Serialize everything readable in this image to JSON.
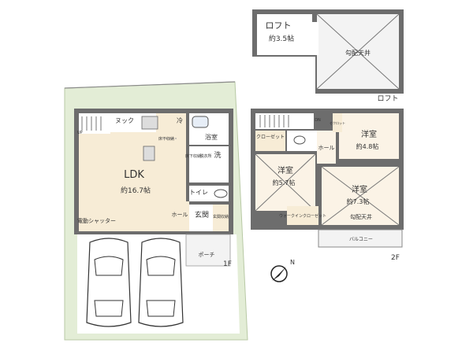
{
  "loft": {
    "name": "ロフト",
    "area": "約3.5帖",
    "slope": "勾配天井",
    "floor_label": "ロフト"
  },
  "first_floor": {
    "ldk": "LDK",
    "ldk_area": "約16.7帖",
    "nook": "ヌック",
    "up": "UP",
    "fridge": "冷",
    "floor_storage_1": "床下収納",
    "floor_storage_2": "床下収納",
    "bath": "浴室",
    "laundry": "洗",
    "vanity": "脱衣所",
    "toilet": "トイレ",
    "hall": "ホール",
    "entrance": "玄関",
    "shoe_storage": "玄関収納",
    "porch": "ポーチ",
    "shutter": "電動シャッター",
    "floor_label": "1F"
  },
  "second_floor": {
    "closet": "クローゼット",
    "dn": "DN",
    "closet2": "ゼクロット",
    "room_a": "洋室",
    "room_a_area": "約4.8帖",
    "room_b": "洋室",
    "room_b_area": "約5.7帖",
    "room_c": "洋室",
    "room_c_area": "約7.3帖",
    "room_c_note": "勾配天井",
    "hall": "ホール",
    "wic": "ウォークインクローゼット",
    "balcony": "バルコニー",
    "floor_label": "2F"
  },
  "compass": {
    "label": "N"
  }
}
